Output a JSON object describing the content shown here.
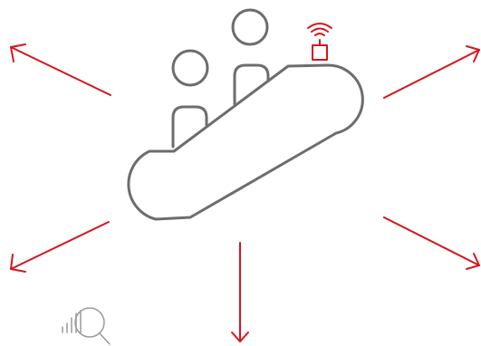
{
  "colors": {
    "accent": "#d7141d",
    "outline": "#6d6d6d",
    "icon": "#9a9a9a",
    "background": "#ffffff"
  },
  "icons": {
    "center": "escalator-with-two-passengers-icon",
    "sensor": "wireless-sensor-icon",
    "analytics": "magnifier-bar-chart-icon"
  },
  "arrows": [
    "up-left",
    "up-right",
    "down-left",
    "down",
    "down-right"
  ]
}
